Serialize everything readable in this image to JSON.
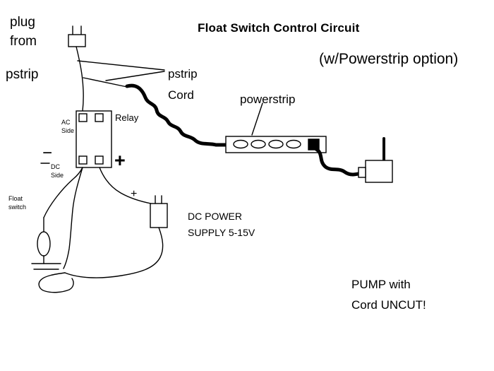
{
  "title": "Float Switch Control Circuit",
  "subtitle": "(w/Powerstrip option)",
  "labels": {
    "plug_from": "plug\nfrom",
    "pstrip": "pstrip",
    "pstrip_cord": "pstrip\nCord",
    "powerstrip": "powerstrip",
    "relay": "Relay",
    "ac_side": "AC\nSide",
    "dc_side": "DC\nSide",
    "float_switch": "Float\nswitch",
    "dc_power_supply": "DC POWER\nSUPPLY 5-15V",
    "pump": "PUMP with\nCord UNCUT!"
  },
  "symbols": {
    "plus_relay_dc": "+",
    "plus_supply": "+",
    "minus_relay_dc": "−"
  },
  "colors": {
    "ink": "#000000",
    "paper": "#ffffff"
  }
}
